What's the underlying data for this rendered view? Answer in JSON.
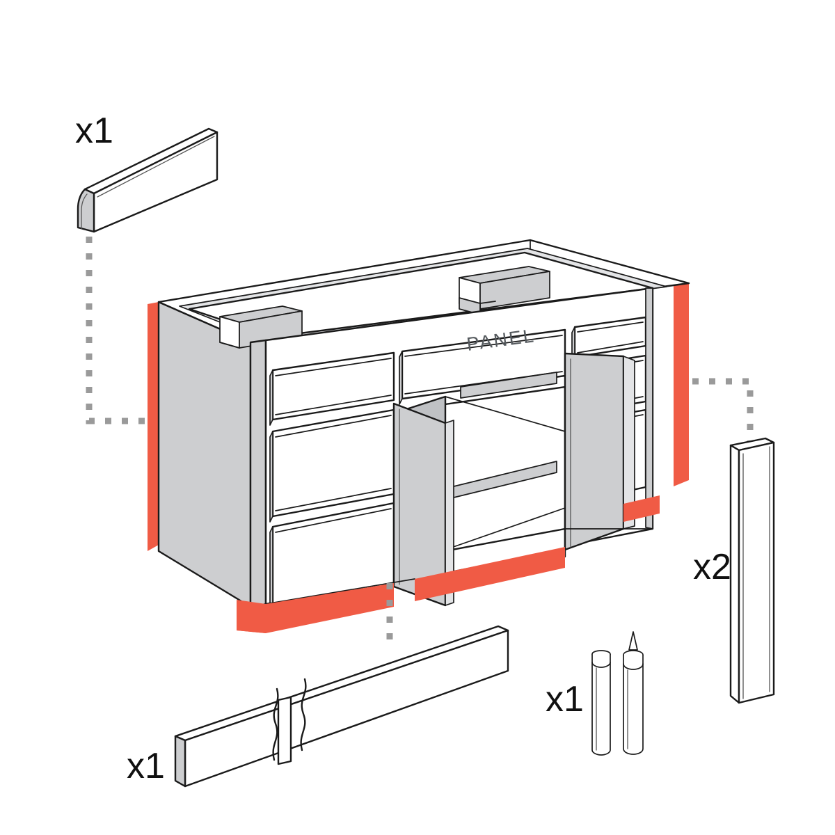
{
  "diagram": {
    "title": "Base Cabinet Assembly Exploded Diagram",
    "type": "exploded-assembly",
    "colors": {
      "highlight_red": "#F05B45",
      "panel_gray": "#CDCED0",
      "panel_gray_dark": "#BFC1C4",
      "outline": "#1a1a1a",
      "leader_dotted": "#9a9a9a",
      "white": "#ffffff"
    },
    "cabinet": {
      "label_on_center_rail": "PANEL",
      "name": "base-cabinet",
      "features": {
        "drawer_stacks": 2,
        "doors_open": 2,
        "top_cutouts": 2,
        "left_drawers": 3,
        "right_drawers": 3
      }
    },
    "parts": [
      {
        "id": "top-molding",
        "name": "Bullnose molding strip",
        "qty_label": "x1",
        "qty": 1,
        "position": "top-left"
      },
      {
        "id": "right-filler",
        "name": "Vertical filler strip",
        "qty_label": "x2",
        "qty": 2,
        "position": "right"
      },
      {
        "id": "toe-kick",
        "name": "Toe kick board (cut to length)",
        "qty_label": "x1",
        "qty": 1,
        "position": "bottom-center"
      },
      {
        "id": "touch-up-pens",
        "name": "Touch-up / caulk pens",
        "qty_label": "x1",
        "qty": 1,
        "position": "bottom-right"
      }
    ],
    "highlights": [
      {
        "id": "left-edge-highlight",
        "name": "Left cabinet side edge",
        "color": "#F05B45"
      },
      {
        "id": "right-edge-highlight",
        "name": "Right cabinet side edge",
        "color": "#F05B45"
      },
      {
        "id": "toe-kick-highlight",
        "name": "Toe kick base strip",
        "color": "#F05B45"
      }
    ],
    "leaders": [
      {
        "id": "leader-molding-to-left-edge",
        "from": "top-molding",
        "to": "left-edge-highlight"
      },
      {
        "id": "leader-right-edge-to-filler",
        "from": "right-filler",
        "to": "right-edge-highlight"
      },
      {
        "id": "leader-toekick-to-base",
        "from": "toe-kick",
        "to": "toe-kick-highlight"
      }
    ]
  }
}
